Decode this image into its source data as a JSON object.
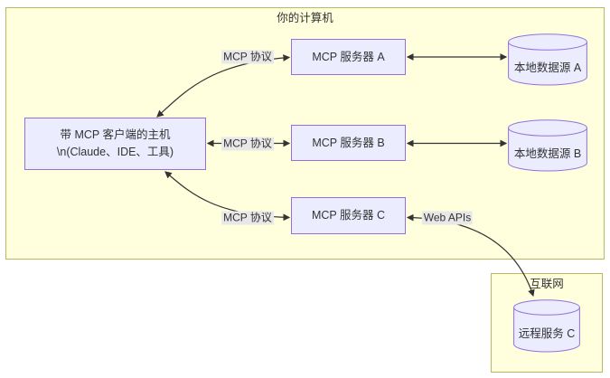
{
  "diagram": {
    "clusters": {
      "computer": {
        "label": "你的计算机"
      },
      "internet": {
        "label": "互联网"
      }
    },
    "nodes": {
      "host": {
        "line1": "带 MCP 客户端的主机",
        "line2": "\\n(Claude、IDE、工具)"
      },
      "server_a": {
        "label": "MCP 服务器 A"
      },
      "server_b": {
        "label": "MCP 服务器 B"
      },
      "server_c": {
        "label": "MCP 服务器 C"
      },
      "datasource_a": {
        "label": "本地数据源 A"
      },
      "datasource_b": {
        "label": "本地数据源 B"
      },
      "remote_service": {
        "label": "远程服务 C"
      }
    },
    "edge_labels": {
      "mcp_a": "MCP 协议",
      "mcp_b": "MCP 协议",
      "mcp_c": "MCP 协议",
      "web_apis": "Web APIs"
    },
    "colors": {
      "node_fill": "#ECECFF",
      "node_border": "#9370DB",
      "cluster_fill": "#FFFFDE",
      "cluster_border": "#B9B965",
      "edge_label_bg": "#E8E8E8",
      "edge_stroke": "#333333",
      "text": "#333333"
    }
  }
}
